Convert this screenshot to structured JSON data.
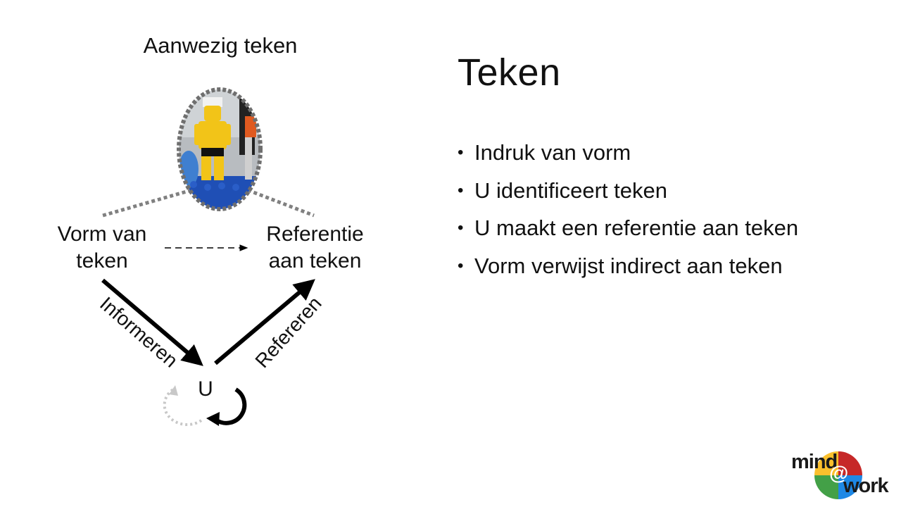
{
  "slide": {
    "title": "Teken",
    "bullets": [
      "Indruk van vorm",
      "U identificeert teken",
      "U maakt een referentie aan teken",
      "Vorm verwijst indirect aan teken"
    ]
  },
  "diagram": {
    "top_label": "Aanwezig teken",
    "left_label": [
      "Vorm van",
      "teken"
    ],
    "right_label": [
      "Referentie",
      "aan teken"
    ],
    "center_label": "U",
    "left_arrow_label": "Informeren",
    "right_arrow_label": "Refereren",
    "image": "lego-figure-photo"
  },
  "logo": {
    "word1": "mind",
    "at": "@",
    "word2": "work",
    "colors": [
      "#c62828",
      "#1e88e5",
      "#43a047",
      "#fbc02d"
    ]
  }
}
